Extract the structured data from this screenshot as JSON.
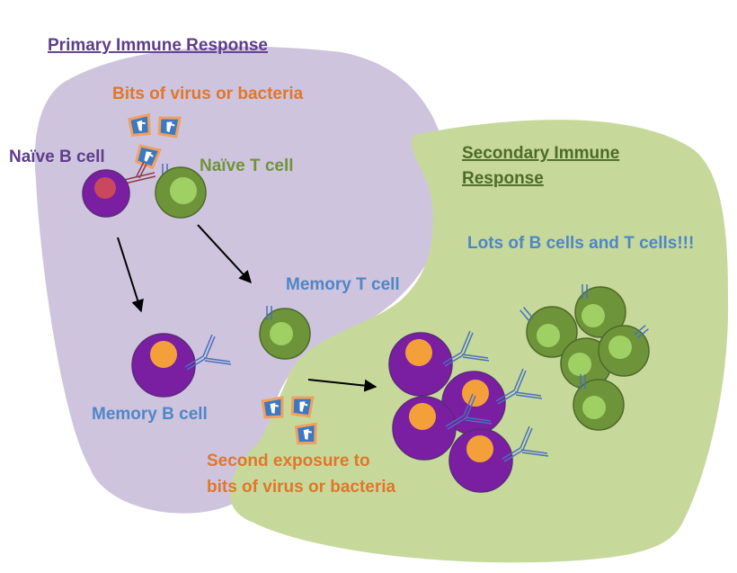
{
  "colors": {
    "primary_region": "#cfc4de",
    "secondary_region": "#c6d99b",
    "b_cell": "#7a1fa2",
    "b_nucleus": "#f4a03a",
    "naive_b_nucleus": "#c9485b",
    "t_cell": "#6e943a",
    "t_nucleus": "#9fd063",
    "antigen": "#f0a060",
    "antigen_inner": "#3d79c0",
    "receptor": "#4a6fbf",
    "naive_receptor": "#8b3a4a",
    "title_purple": "#5e3d8a",
    "title_green": "#4e6a2a",
    "orange_text": "#e0772a",
    "blue_text": "#4f86c6",
    "green_text": "#6e943a"
  },
  "labels": {
    "primary_title": "Primary Immune Response",
    "secondary_title_line1": "Secondary Immune",
    "secondary_title_line2": "Response",
    "bits": "Bits of virus or bacteria",
    "naive_b": "Naïve B cell",
    "naive_t": "Naïve T cell",
    "memory_t": "Memory T cell",
    "memory_b": "Memory B cell",
    "lots": "Lots of B cells and T cells!!!",
    "second_exposure_line1": "Second exposure to",
    "second_exposure_line2": "bits of virus or bacteria"
  },
  "icons": {
    "antigen": "antigen-fragment-icon",
    "arrow": "arrow-icon",
    "receptor": "y-antibody-receptor-icon"
  }
}
